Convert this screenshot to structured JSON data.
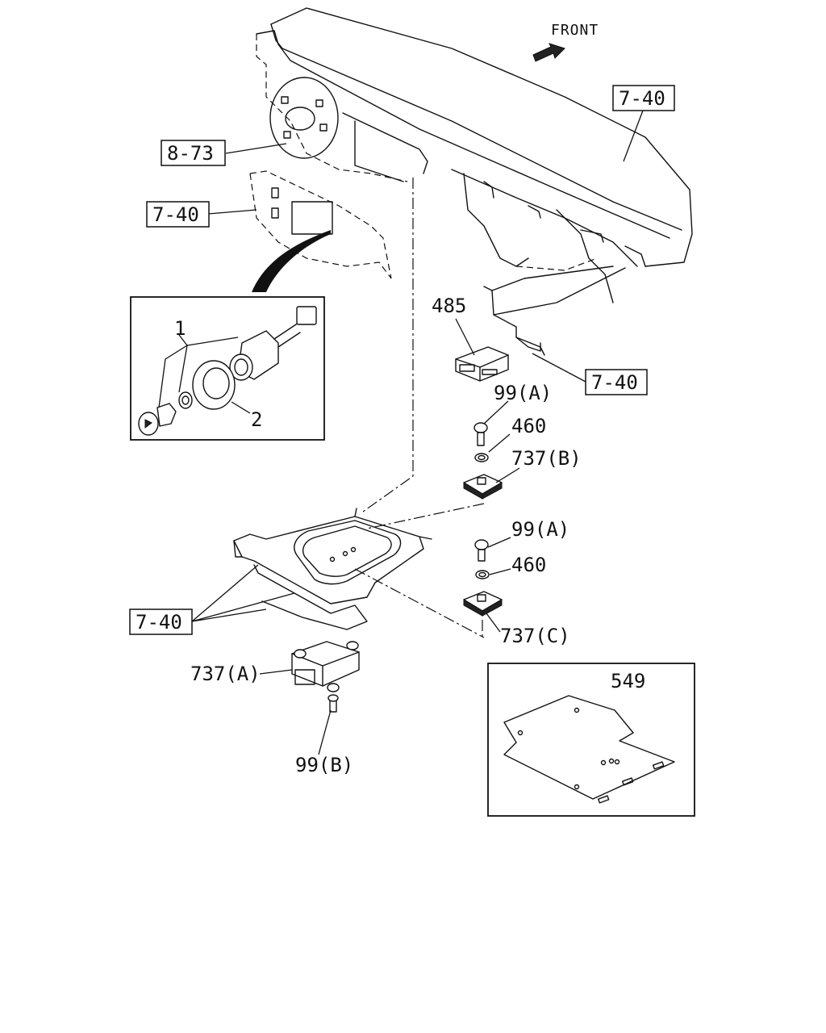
{
  "orientation_label": "FRONT",
  "callouts": {
    "ref_7_40_top": "7-40",
    "ref_8_73": "8-73",
    "ref_7_40_left": "7-40",
    "ref_7_40_mid": "7-40",
    "ref_7_40_bottom": "7-40"
  },
  "parts": {
    "p485": "485",
    "p99a_top": "99(A)",
    "p460_top": "460",
    "p737b": "737(B)",
    "p99a_mid": "99(A)",
    "p460_mid": "460",
    "p737c": "737(C)",
    "p737a": "737(A)",
    "p99b": "99(B)",
    "p549": "549",
    "detail_1": "1",
    "detail_2": "2"
  },
  "icons": {
    "front_arrow": "arrow-right-icon"
  }
}
